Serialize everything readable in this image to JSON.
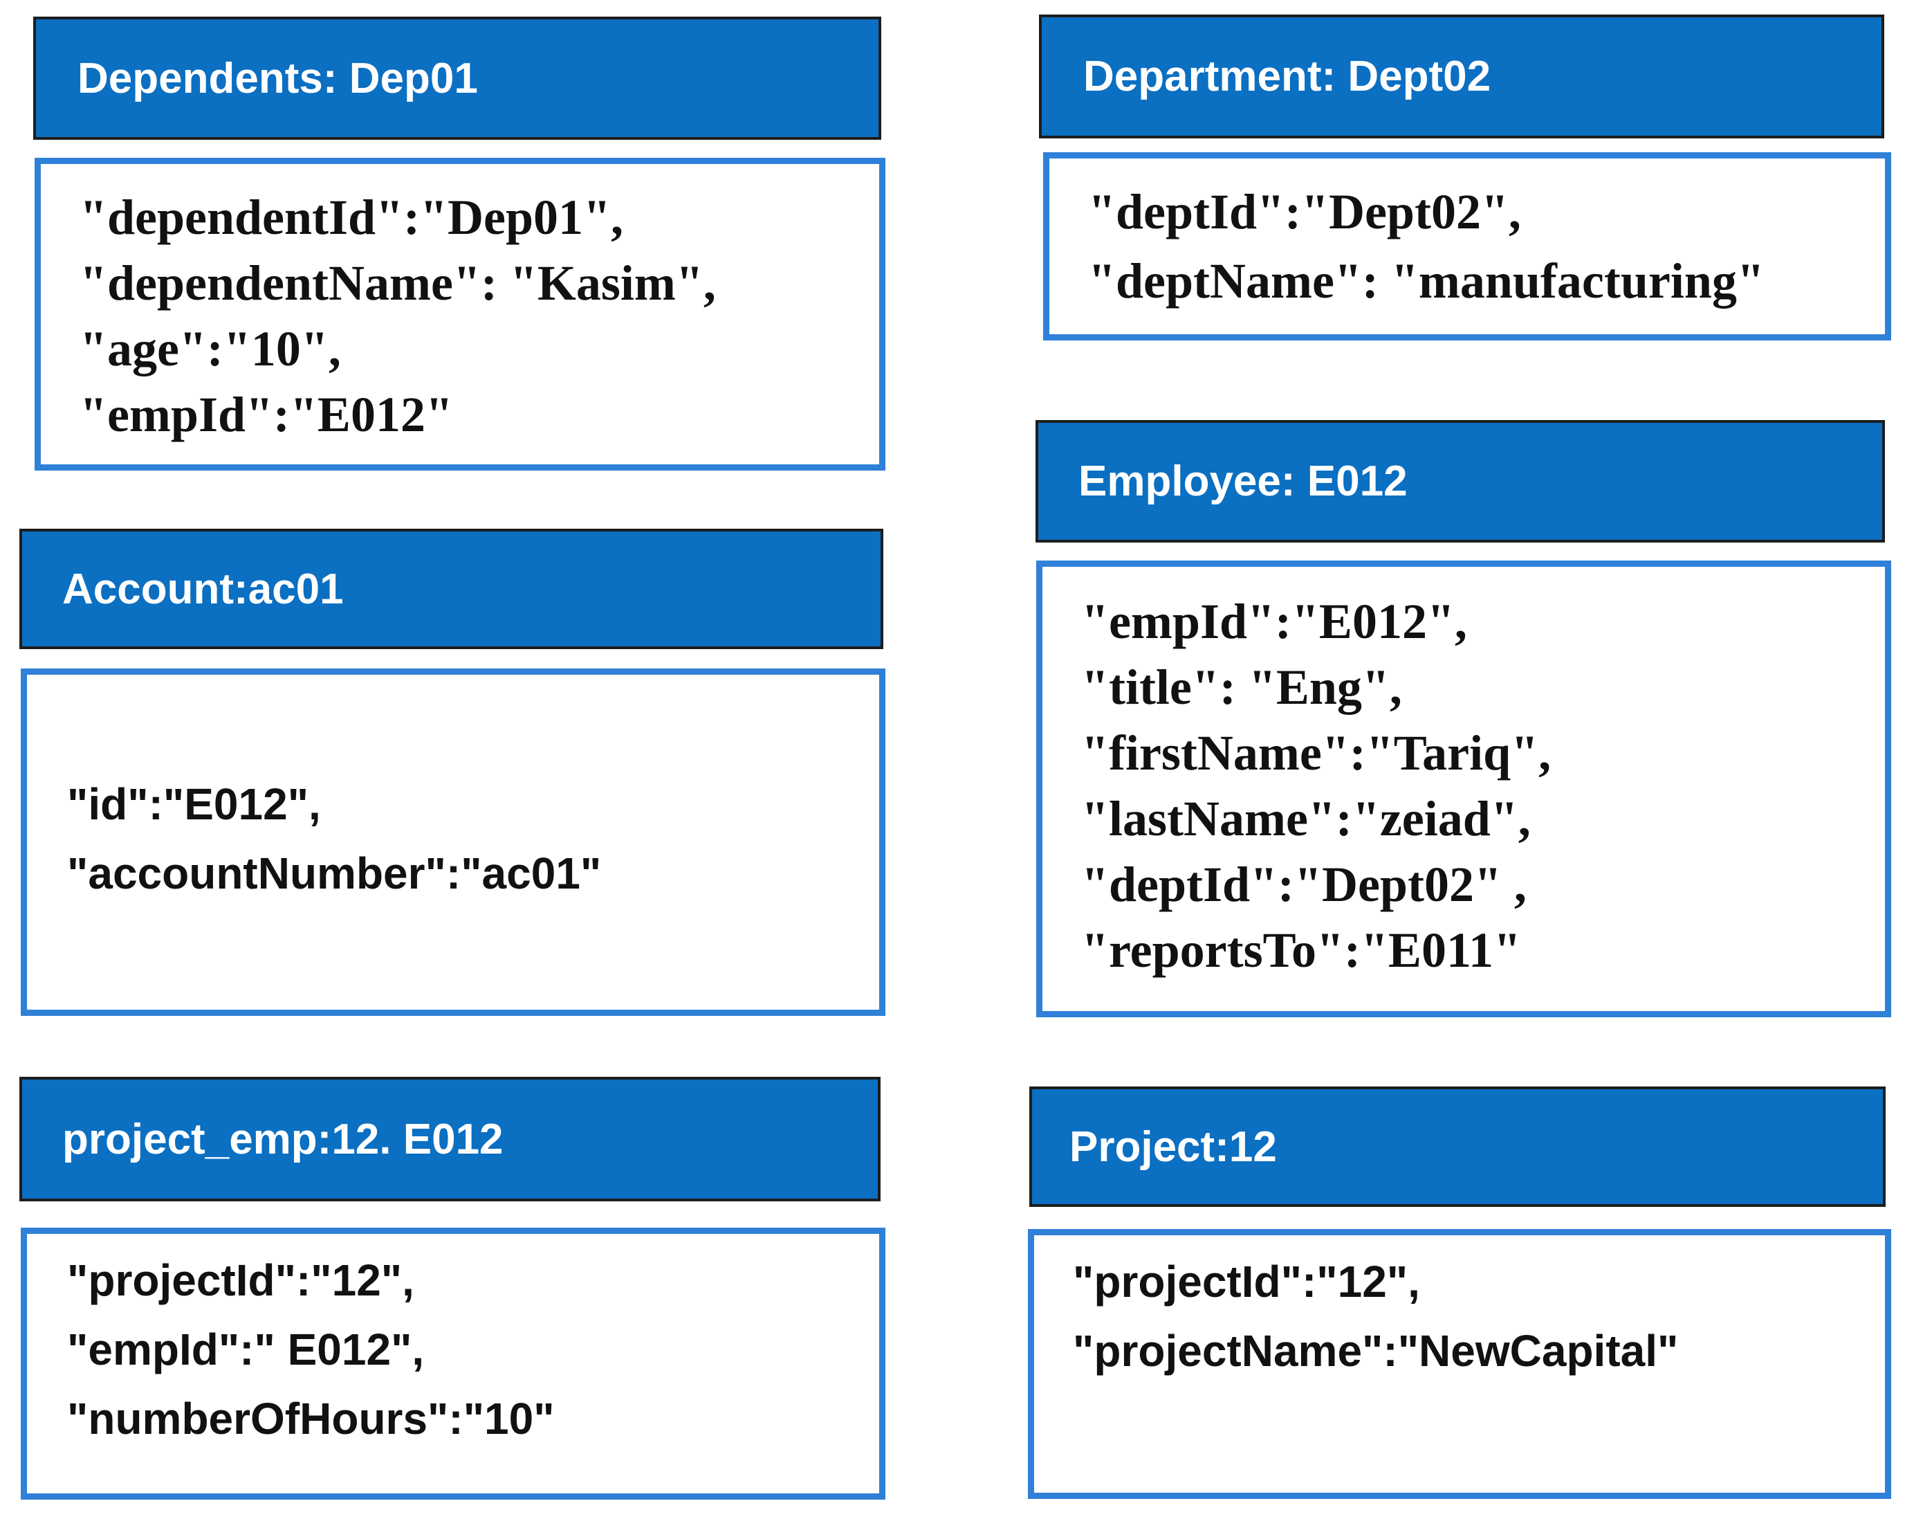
{
  "entities": [
    {
      "title": "Dependents: Dep01",
      "lines": [
        "\"dependentId\":\"Dep01\",",
        "\"dependentName\": \"Kasim\",",
        "\"age\":\"10\",",
        "\"empId\":\"E012\""
      ]
    },
    {
      "title": "Department: Dept02",
      "lines": [
        "\"deptId\":\"Dept02\",",
        "\"deptName\": \"manufacturing\""
      ]
    },
    {
      "title": "Account:ac01",
      "lines": [
        "\"id\":\"E012\",",
        "\"accountNumber\":\"ac01\""
      ]
    },
    {
      "title": "Employee: E012",
      "lines": [
        "\"empId\":\"E012\",",
        "\"title\": \"Eng\",",
        "\"firstName\":\"Tariq\",",
        "\"lastName\":\"zeiad\",",
        "\"deptId\":\"Dept02\" ,",
        "\"reportsTo\":\"E011\""
      ]
    },
    {
      "title": "project_emp:12. E012",
      "lines": [
        "\"projectId\":\"12\",",
        "\"empId\":\" E012\",",
        "\"numberOfHours\":\"10\""
      ]
    },
    {
      "title": "Project:12",
      "lines": [
        "\"projectId\":\"12\",",
        "\"projectName\":\"NewCapital\""
      ]
    }
  ]
}
